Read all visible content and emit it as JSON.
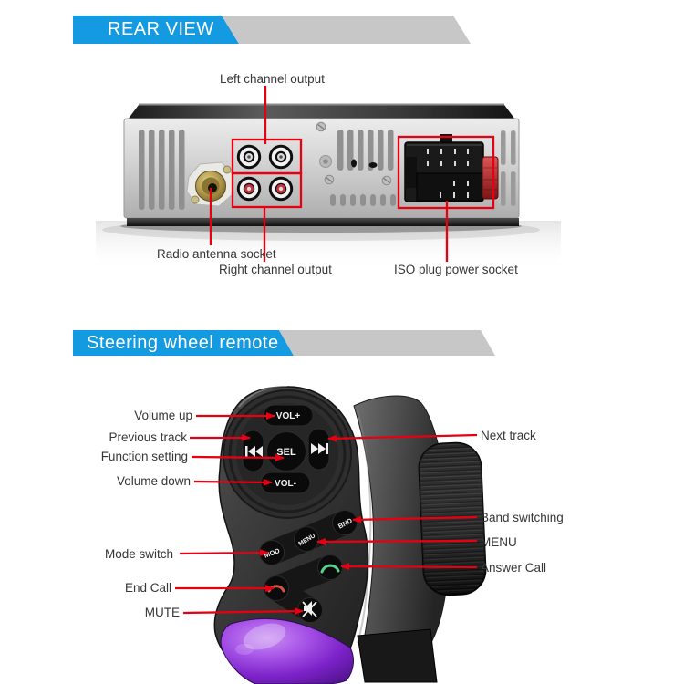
{
  "rear_view": {
    "title": "REAR VIEW",
    "labels": {
      "left_channel": "Left channel output",
      "antenna": "Radio antenna socket",
      "right_channel": "Right channel output",
      "iso": "ISO plug power socket"
    }
  },
  "steering": {
    "title": "Steering wheel remote",
    "left_labels": [
      "Volume up",
      "Previous track",
      "Function setting",
      "Volume down",
      "Mode switch",
      "End Call",
      "MUTE"
    ],
    "right_labels": [
      "Next track",
      "Band switching",
      "MENU",
      "Answer Call"
    ]
  },
  "remote": {
    "buttons": {
      "vol_up": "VOL+",
      "sel": "SEL",
      "vol_down": "VOL-",
      "band": "BND",
      "menu": "MENU",
      "mode": "MOD"
    }
  },
  "colors": {
    "banner_blue": "#149ae1",
    "banner_gray": "#c7c7c7",
    "callout_red": "#e60012",
    "label_text": "#363636"
  }
}
